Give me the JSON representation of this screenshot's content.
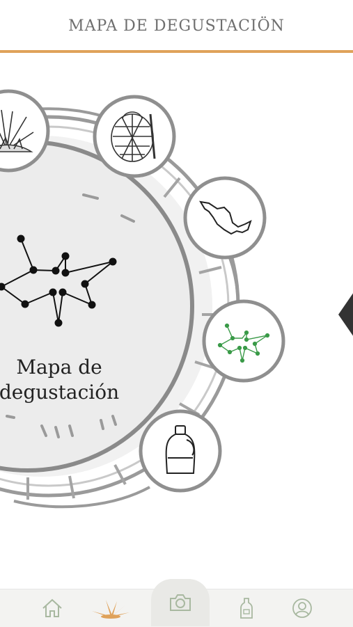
{
  "header": {
    "title": "MAPA DE DEGUSTACIÖN"
  },
  "wheel": {
    "center_label_line1": "Mapa de",
    "center_label_line2": "degustación",
    "segments": [
      {
        "name": "agave-icon"
      },
      {
        "name": "pina-icon"
      },
      {
        "name": "mexico-map-icon"
      },
      {
        "name": "constellation-icon"
      },
      {
        "name": "jug-icon"
      }
    ]
  },
  "nav": {
    "items": [
      {
        "name": "home-icon"
      },
      {
        "name": "agave-icon"
      },
      {
        "name": "camera-icon"
      },
      {
        "name": "bottle-icon"
      },
      {
        "name": "profile-icon"
      }
    ],
    "active_color": "#dfa25a",
    "inactive_color": "#a8b8a0"
  },
  "colors": {
    "accent": "#dfa25a",
    "constellation_green": "#3a9a48"
  }
}
